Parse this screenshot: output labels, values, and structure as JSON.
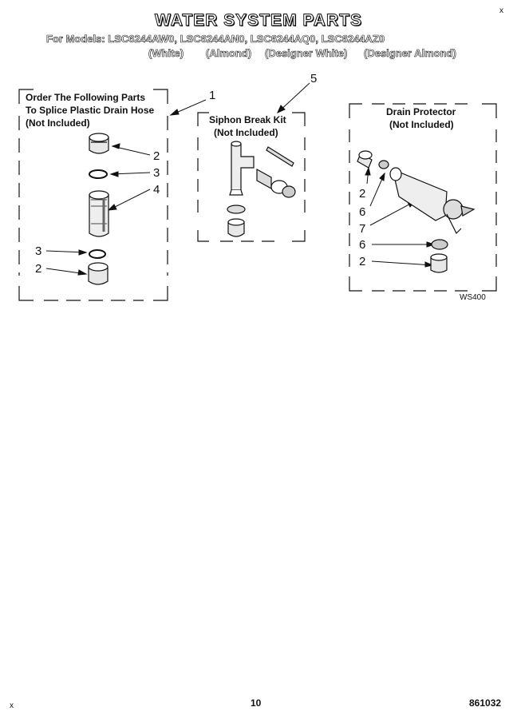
{
  "header": {
    "title": "WATER SYSTEM PARTS",
    "models_line": "For Models: LSC6244AW0, LSC6244AN0, LSC6244AQ0, LSC6244AZ0",
    "variants": [
      "(White)",
      "(Almond)",
      "(Designer White)",
      "(Designer Almond)"
    ]
  },
  "boxes": {
    "splice": {
      "title_lines": [
        "Order The Following Parts",
        "To Splice Plastic Drain Hose",
        "(Not Included)"
      ],
      "callouts": [
        "2",
        "3",
        "4",
        "3",
        "2"
      ]
    },
    "siphon": {
      "title_lines": [
        "Siphon Break Kit",
        "(Not Included)"
      ]
    },
    "drain": {
      "title_lines": [
        "Drain Protector",
        "(Not Included)"
      ],
      "callouts": [
        "2",
        "6",
        "7",
        "6",
        "2"
      ]
    }
  },
  "callouts_top": [
    "1",
    "5"
  ],
  "figure_code": "WS400",
  "footer": {
    "page_number": "10",
    "doc_number": "861032",
    "corner_mark_top": "x",
    "corner_mark_bottom": "x"
  }
}
